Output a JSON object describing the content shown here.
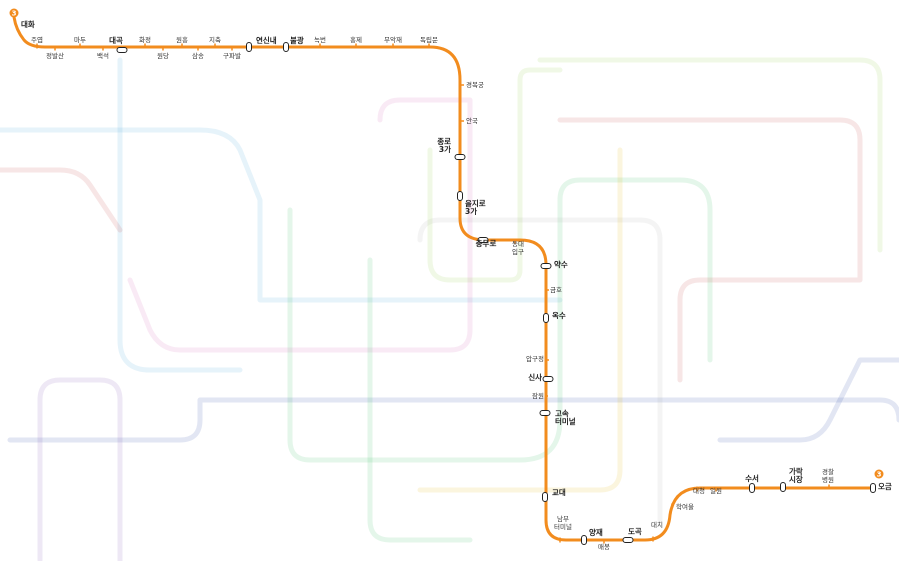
{
  "line": {
    "number": "3",
    "color": "#f28c1e"
  },
  "termini": {
    "start": "대화",
    "end": "오금"
  },
  "stations": [
    {
      "id": "daehwa",
      "name": "대화"
    },
    {
      "id": "juyeop",
      "name": "주엽"
    },
    {
      "id": "jeongbalsan",
      "name": "정발산"
    },
    {
      "id": "madu",
      "name": "마두"
    },
    {
      "id": "baekseok",
      "name": "백석"
    },
    {
      "id": "daegok",
      "name": "대곡"
    },
    {
      "id": "hwajeong",
      "name": "화정"
    },
    {
      "id": "wondang",
      "name": "원당"
    },
    {
      "id": "wonheung",
      "name": "원흥"
    },
    {
      "id": "samsong",
      "name": "삼송"
    },
    {
      "id": "jichuk",
      "name": "지축"
    },
    {
      "id": "gupabal",
      "name": "구파발"
    },
    {
      "id": "yeonsinnae",
      "name": "연신내"
    },
    {
      "id": "bulgwang",
      "name": "불광"
    },
    {
      "id": "nokbeon",
      "name": "녹번"
    },
    {
      "id": "hongje",
      "name": "홍제"
    },
    {
      "id": "muakjae",
      "name": "무악재"
    },
    {
      "id": "dongnimmun",
      "name": "독립문"
    },
    {
      "id": "gyeongbokgung",
      "name": "경복궁"
    },
    {
      "id": "anguk",
      "name": "안국"
    },
    {
      "id": "jongno3ga",
      "name": "종로\n3가"
    },
    {
      "id": "euljiro3ga",
      "name": "을지로\n3가"
    },
    {
      "id": "chungmuro",
      "name": "충무로"
    },
    {
      "id": "dongguk",
      "name": "동대\n입구"
    },
    {
      "id": "yaksu",
      "name": "약수"
    },
    {
      "id": "geumho",
      "name": "금호"
    },
    {
      "id": "oksu",
      "name": "옥수"
    },
    {
      "id": "apgujeong",
      "name": "압구정"
    },
    {
      "id": "sinsa",
      "name": "신사"
    },
    {
      "id": "jamwon",
      "name": "잠원"
    },
    {
      "id": "express",
      "name": "고속\n터미널"
    },
    {
      "id": "gyodae",
      "name": "교대"
    },
    {
      "id": "nambu",
      "name": "남부\n터미널"
    },
    {
      "id": "yangjae",
      "name": "양재"
    },
    {
      "id": "maebong",
      "name": "매봉"
    },
    {
      "id": "dogok",
      "name": "도곡"
    },
    {
      "id": "daechi",
      "name": "대치"
    },
    {
      "id": "hagyeoul",
      "name": "학여울"
    },
    {
      "id": "daecheong",
      "name": "대청"
    },
    {
      "id": "irwon",
      "name": "일원"
    },
    {
      "id": "suseo",
      "name": "수서"
    },
    {
      "id": "garak",
      "name": "가락\n시장"
    },
    {
      "id": "gyeongchal",
      "name": "경찰\n병원"
    },
    {
      "id": "ogeum",
      "name": "오금"
    }
  ]
}
